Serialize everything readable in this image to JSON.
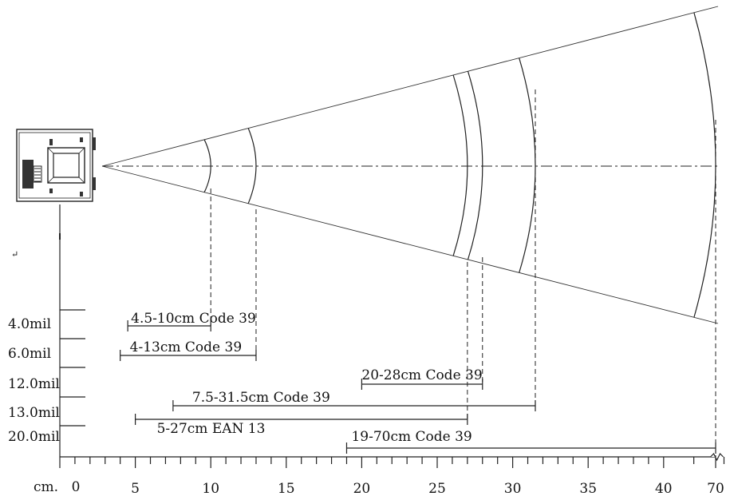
{
  "diagram": {
    "colors": {
      "ink": "#222222",
      "device_fill": "#ffffff",
      "device_dark": "#333333"
    },
    "axis": {
      "unit_label": "cm.",
      "min": 0,
      "max": 70,
      "labels": [
        {
          "value": 0,
          "text": "0"
        },
        {
          "value": 5,
          "text": "5"
        },
        {
          "value": 10,
          "text": "10"
        },
        {
          "value": 15,
          "text": "15"
        },
        {
          "value": 20,
          "text": "20"
        },
        {
          "value": 25,
          "text": "25"
        },
        {
          "value": 30,
          "text": "30"
        },
        {
          "value": 35,
          "text": "35"
        },
        {
          "value": 40,
          "text": "40"
        },
        {
          "value": 70,
          "text": "70"
        }
      ],
      "break_between": [
        40,
        70
      ],
      "break_symbol": "zigzag"
    },
    "resolutions": [
      {
        "label": "4.0mil"
      },
      {
        "label": "6.0mil"
      },
      {
        "label": "12.0mil"
      },
      {
        "label": "13.0mil"
      },
      {
        "label": "20.0mil"
      }
    ],
    "ranges": [
      {
        "resolution": "4.0mil",
        "text": "4.5-10cm Code 39",
        "start": 4.5,
        "end": 10
      },
      {
        "resolution": "6.0mil",
        "text": "4-13cm Code 39",
        "start": 4,
        "end": 13
      },
      {
        "resolution": "12.0mil",
        "text": "20-28cm Code 39",
        "start": 20,
        "end": 28
      },
      {
        "resolution": "13.0mil",
        "text": "7.5-31.5cm Code 39",
        "start": 7.5,
        "end": 31.5
      },
      {
        "resolution": "13.0mil",
        "text": "5-27cm EAN 13",
        "start": 5,
        "end": 27
      },
      {
        "resolution": "20.0mil",
        "text": "19-70cm Code 39",
        "start": 19,
        "end": 70
      }
    ],
    "arcs_at_cm": [
      10,
      13,
      27,
      28,
      31.5,
      70
    ],
    "stray_mark": "↵"
  }
}
